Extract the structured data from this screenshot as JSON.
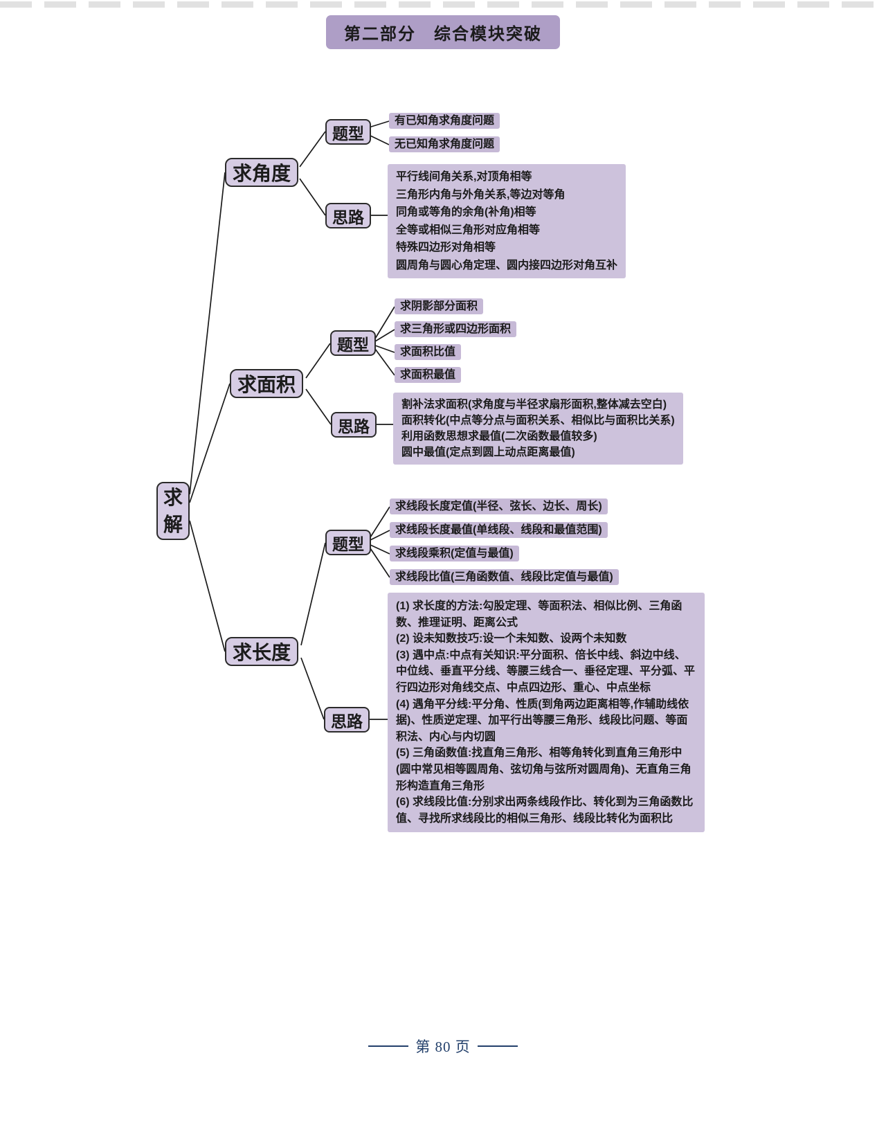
{
  "page": {
    "header_title": "第二部分　综合模块突破",
    "footer_page": "第 80 页"
  },
  "colors": {
    "header_bg": "#ae9ec6",
    "node_fill": "#d6cce4",
    "node_border": "#2b2b2b",
    "leaf_bg": "#c6b9d6",
    "block_bg": "#cdc2dc",
    "text": "#1b1b1b",
    "footer": "#23406b"
  },
  "mindmap": {
    "root": "求解",
    "branches": [
      {
        "label": "求角度",
        "types_title": "题型",
        "ideas_title": "思路",
        "types": [
          "有已知角求角度问题",
          "无已知角求角度问题"
        ],
        "ideas": [
          "平行线间角关系,对顶角相等",
          "三角形内角与外角关系,等边对等角",
          "同角或等角的余角(补角)相等",
          "全等或相似三角形对应角相等",
          "特殊四边形对角相等",
          "圆周角与圆心角定理、圆内接四边形对角互补"
        ]
      },
      {
        "label": "求面积",
        "types_title": "题型",
        "ideas_title": "思路",
        "types": [
          "求阴影部分面积",
          "求三角形或四边形面积",
          "求面积比值",
          "求面积最值"
        ],
        "ideas": [
          "割补法求面积(求角度与半径求扇形面积,整体减去空白)",
          "面积转化(中点等分点与面积关系、相似比与面积比关系)",
          "利用函数思想求最值(二次函数最值较多)",
          "圆中最值(定点到圆上动点距离最值)"
        ]
      },
      {
        "label": "求长度",
        "types_title": "题型",
        "ideas_title": "思路",
        "types": [
          "求线段长度定值(半径、弦长、边长、周长)",
          "求线段长度最值(单线段、线段和最值范围)",
          "求线段乘积(定值与最值)",
          "求线段比值(三角函数值、线段比定值与最值)"
        ],
        "ideas": [
          "(1) 求长度的方法:勾股定理、等面积法、相似比例、三角函数、推理证明、距离公式",
          "(2) 设未知数技巧:设一个未知数、设两个未知数",
          "(3) 遇中点:中点有关知识:平分面积、倍长中线、斜边中线、中位线、垂直平分线、等腰三线合一、垂径定理、平分弧、平行四边形对角线交点、中点四边形、重心、中点坐标",
          "(4) 遇角平分线:平分角、性质(到角两边距离相等,作辅助线依据)、性质逆定理、加平行出等腰三角形、线段比问题、等面积法、内心与内切圆",
          "(5) 三角函数值:找直角三角形、相等角转化到直角三角形中(圆中常见相等圆周角、弦切角与弦所对圆周角)、无直角三角形构造直角三角形",
          "(6) 求线段比值:分别求出两条线段作比、转化到为三角函数比值、寻找所求线段比的相似三角形、线段比转化为面积比"
        ]
      }
    ]
  }
}
